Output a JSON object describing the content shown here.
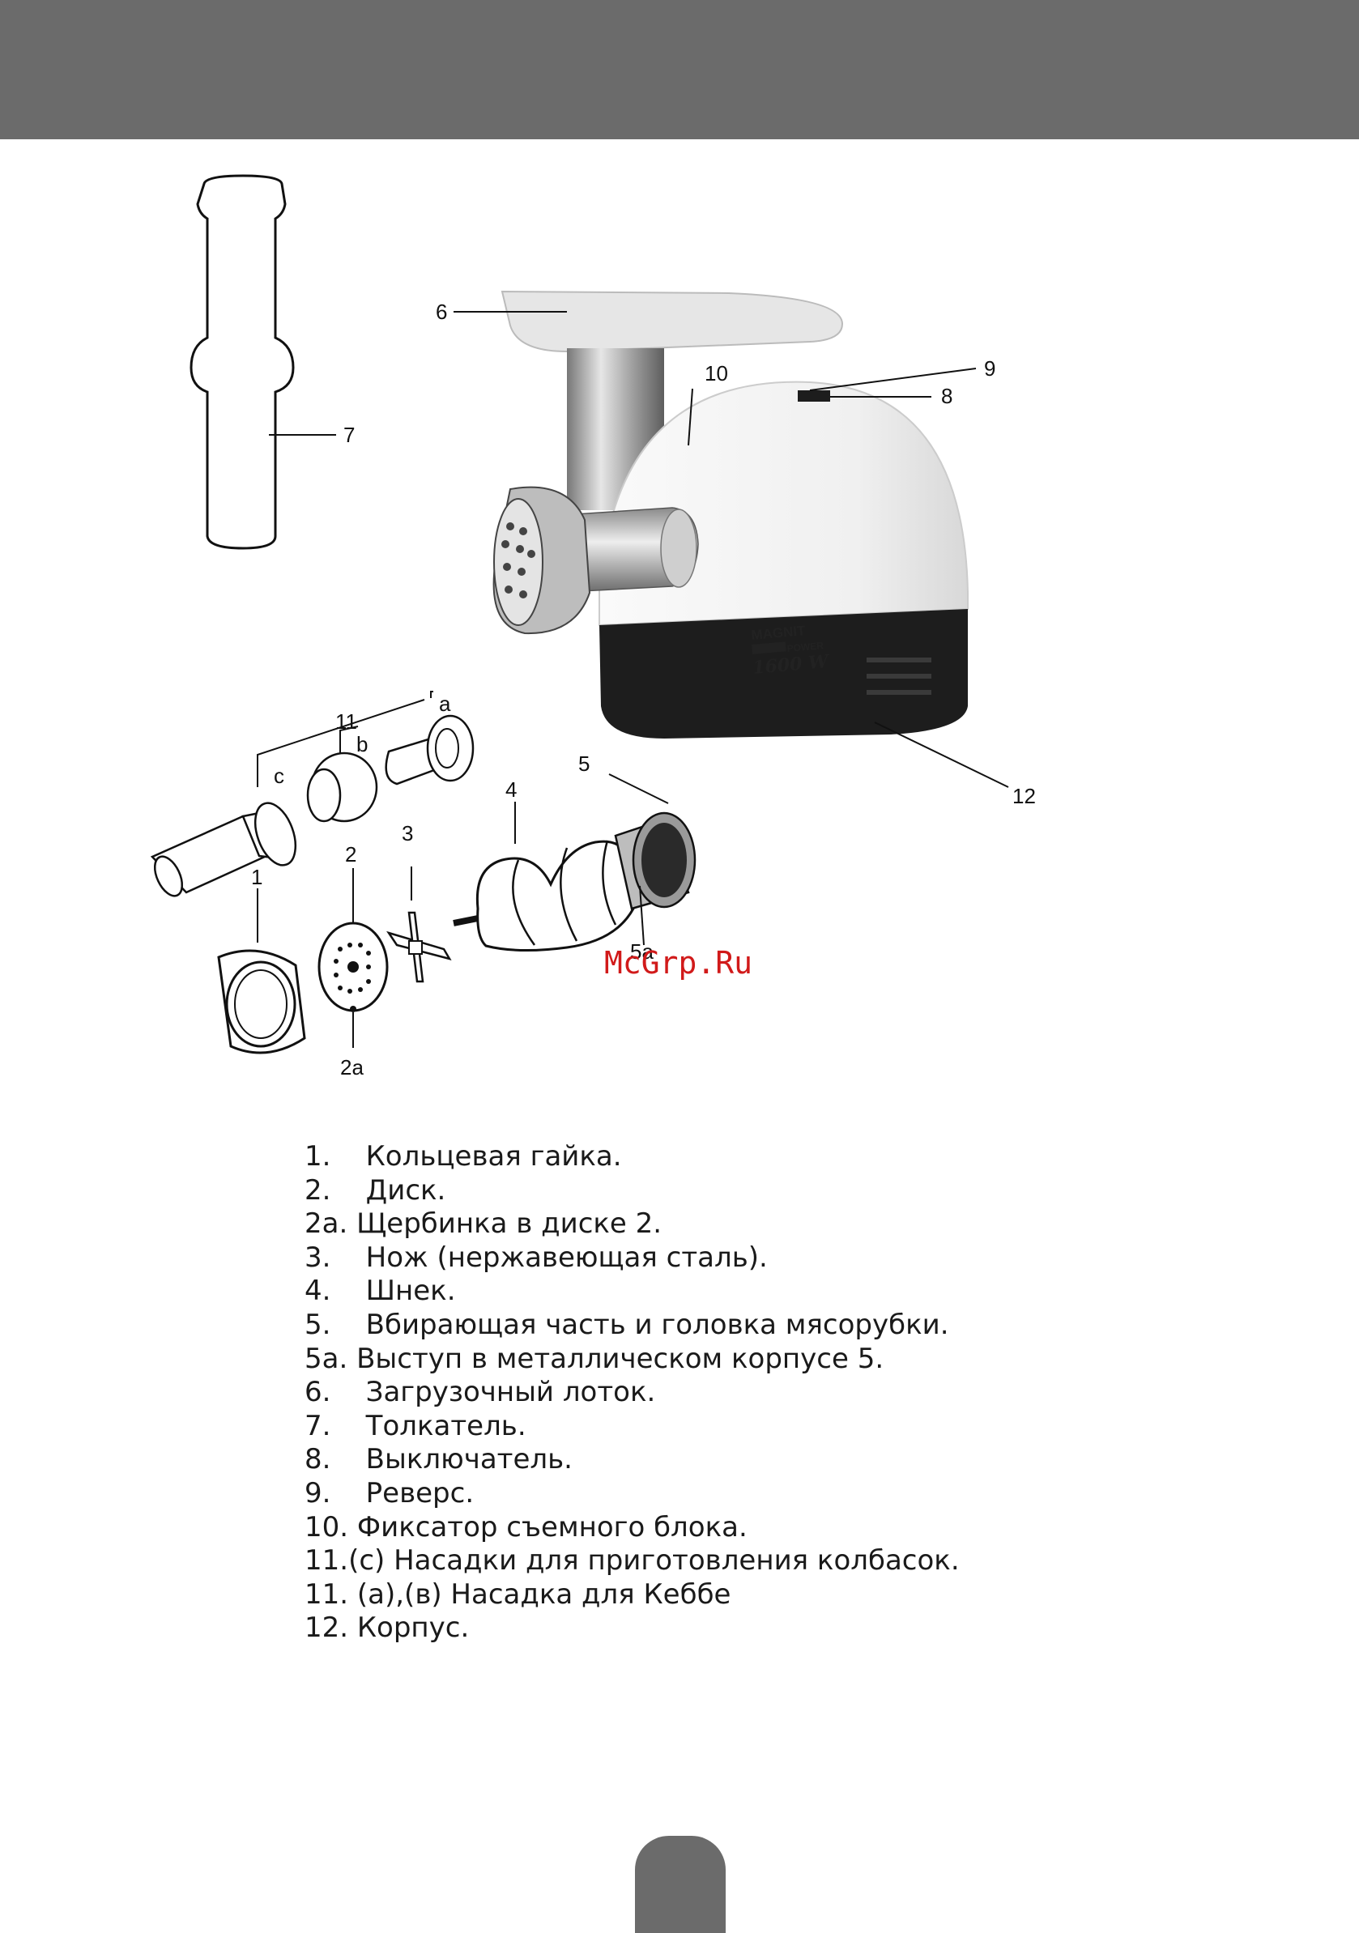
{
  "diagram": {
    "labels": {
      "l1": "1",
      "l2": "2",
      "l2a": "2a",
      "l3": "3",
      "l4": "4",
      "l5": "5",
      "l5a": "5a",
      "l6": "6",
      "l7": "7",
      "l8": "8",
      "l9": "9",
      "l10": "10",
      "l11": "11",
      "l12": "12",
      "la": "a",
      "lb": "b",
      "lc": "c"
    },
    "brand": "MAGNIT",
    "brand_sub": "POWER",
    "power": "1600 W"
  },
  "watermark": "McGrp.Ru",
  "parts": [
    "1.    Кольцевая гайка.",
    "2.    Диск.",
    "2a. Щербинка в диске 2.",
    "3.    Нож (нержавеющая сталь).",
    "4.    Шнек.",
    "5.    Вбирающая часть и головка мясорубки.",
    "5a. Выступ в металлическом корпусе 5.",
    "6.    Загрузочный лоток.",
    "7.    Толкатель.",
    "8.    Выключатель.",
    "9.    Реверс.",
    "10. Фиксатор съемного блока.",
    "11.(c) Насадки для приготовления колбасок.",
    "11. (a),(в) Насадка для Кеббе",
    "12. Корпус."
  ],
  "colors": {
    "header": "#6b6b6b",
    "watermark": "#d11a1a"
  }
}
